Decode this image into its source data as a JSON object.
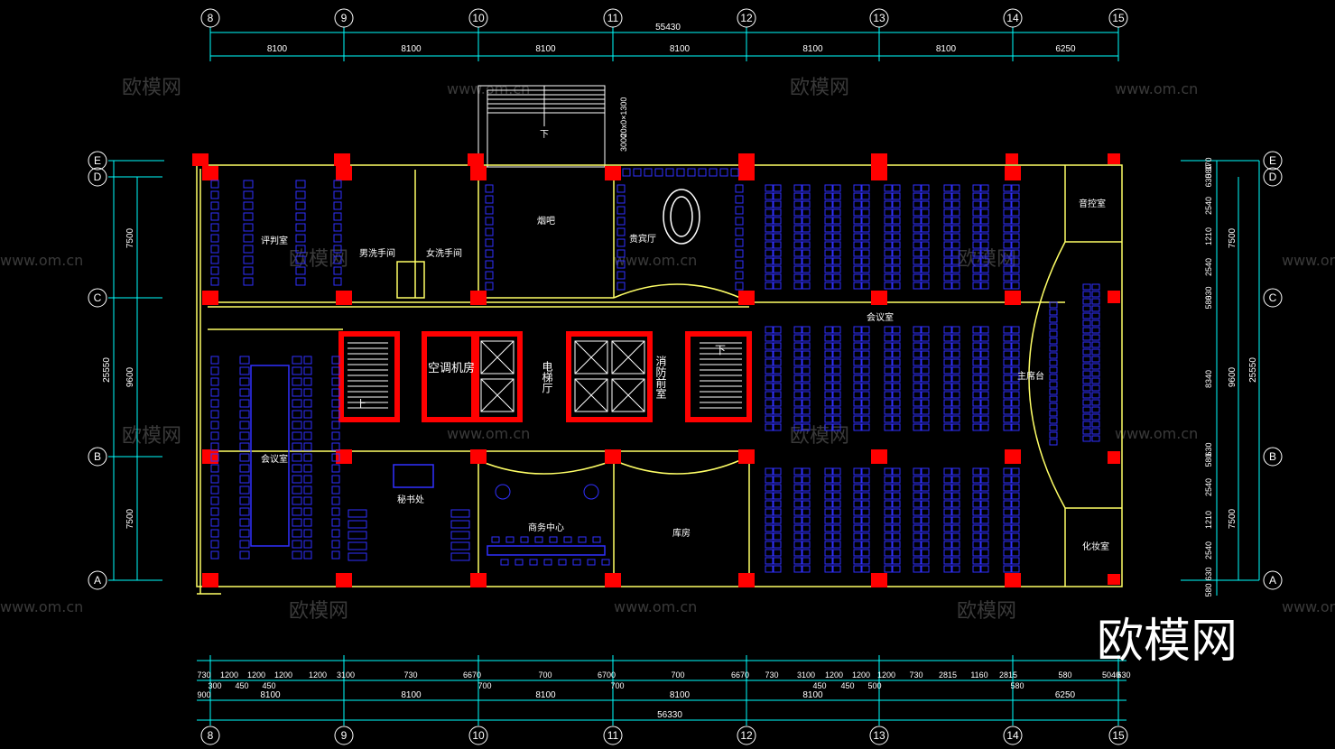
{
  "top_grid": [
    "8",
    "9",
    "10",
    "11",
    "12",
    "13",
    "14",
    "15"
  ],
  "top_total": "55430",
  "top_spans": [
    "8100",
    "8100",
    "8100",
    "8100",
    "8100",
    "8100",
    "6250"
  ],
  "left_grid": [
    "E",
    "D",
    "C",
    "B",
    "A"
  ],
  "left_spans": [
    "7500",
    "9600",
    "7500"
  ],
  "left_total": "25550",
  "right_grid": [
    "E",
    "D",
    "C",
    "B",
    "A"
  ],
  "right_fine": [
    "370",
    "580",
    "630",
    "2540",
    "1210",
    "2540",
    "630",
    "580",
    "8340",
    "630",
    "580",
    "2540",
    "1210",
    "2540",
    "630",
    "580"
  ],
  "right_mid": [
    "7500",
    "9600",
    "7500"
  ],
  "right_total": "25550",
  "bottom_fine": [
    "730",
    "1200",
    "1200",
    "1200",
    "1200",
    "3100",
    "730",
    "6670",
    "700",
    "6700",
    "700",
    "6670",
    "730",
    "3100",
    "1200",
    "1200",
    "1200",
    "730",
    "2815",
    "1160",
    "2815",
    "580",
    "5040",
    "630",
    "580"
  ],
  "bottom_fine2": [
    "900",
    "300",
    "450",
    "450",
    "700",
    "700",
    "450",
    "450",
    "500",
    "580"
  ],
  "bottom_spans": [
    "8100",
    "8100",
    "8100",
    "8100",
    "8100",
    "6250"
  ],
  "bottom_total": "56330",
  "bottom_grid": [
    "8",
    "9",
    "10",
    "11",
    "12",
    "13",
    "14",
    "15"
  ],
  "stair_note": "3000",
  "stair_note2": "20x0×1300",
  "rooms": {
    "r1": "评判室",
    "r2": "男洗手间",
    "r3": "女洗手间",
    "r4": "烟吧",
    "r5": "贵宾厅",
    "r6": "会议室",
    "r7": "音控室",
    "r8": "主席台",
    "r9": "化妆室",
    "r10": "会议室",
    "r11": "空调机房",
    "r12": "电梯厅",
    "r13": "消防前室",
    "r14": "秘书处",
    "r15": "商务中心",
    "r16": "库房",
    "r17": "下",
    "r18": "上",
    "r19": "下"
  },
  "watermarks": {
    "w1": "欧模网",
    "w2": "www.om.cn",
    "logo": "欧模网"
  },
  "colors": {
    "background": "#000000",
    "dimension": "#00ffff",
    "wall": "#ffff66",
    "column": "#ff0000",
    "furniture": "#2d2dff",
    "text": "#ffffff"
  }
}
